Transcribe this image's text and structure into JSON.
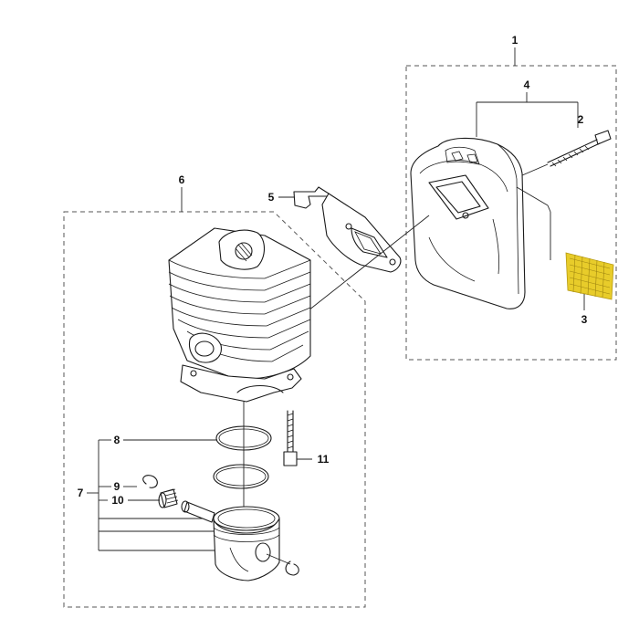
{
  "callouts": {
    "c1": "1",
    "c2": "2",
    "c3": "3",
    "c4": "4",
    "c5": "5",
    "c6": "6",
    "c7": "7",
    "c8": "8",
    "c9": "9",
    "c10": "10",
    "c11": "11"
  },
  "colors": {
    "screen_highlight": "#e8cc2a",
    "line": "#1a1a1a",
    "group_border": "#555555"
  }
}
